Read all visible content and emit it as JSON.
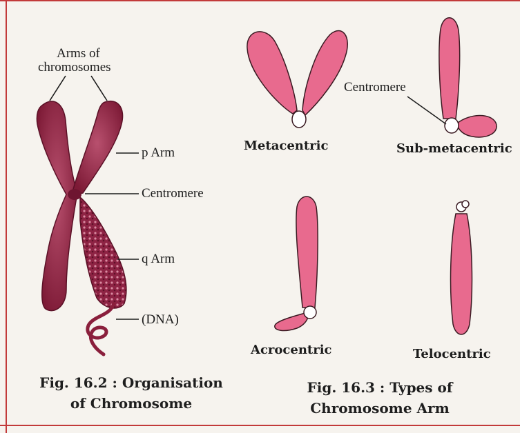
{
  "fig2": {
    "label_arms": "Arms of",
    "label_arms2": "chromosomes",
    "label_p_arm": "p Arm",
    "label_centromere": "Centromere",
    "label_q_arm": "q Arm",
    "label_dna": "(DNA)",
    "caption_line1": "Fig. 16.2 : Organisation",
    "caption_line2": "of Chromosome"
  },
  "fig3": {
    "label_centromere": "Centromere",
    "types": [
      "Metacentric",
      "Sub-metacentric",
      "Acrocentric",
      "Telocentric"
    ],
    "caption_line1": "Fig. 16.3 : Types of",
    "caption_line2": "Chromosome Arm"
  },
  "colors": {
    "chromosome_dark": "#8a1f3c",
    "chromosome_mid": "#a93c5c",
    "arm_pink": "#e86a8e",
    "arm_outline": "#3a1a22",
    "frame": "#c23a3a"
  }
}
